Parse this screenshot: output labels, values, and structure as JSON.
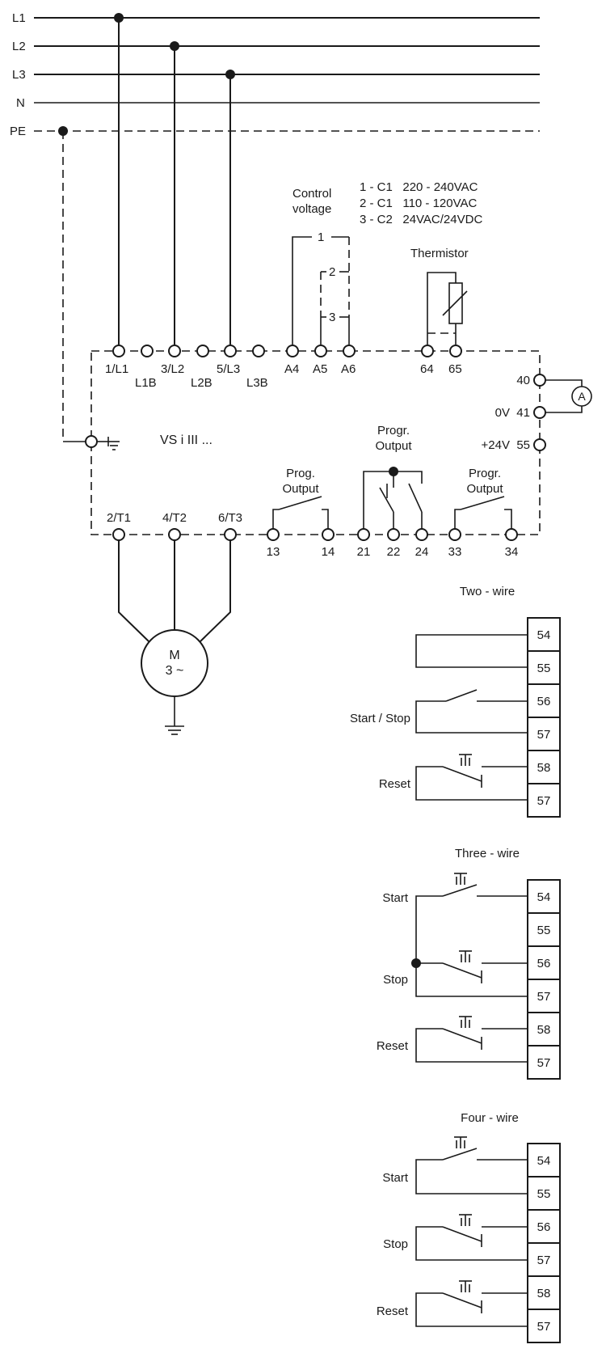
{
  "supply_lines": [
    "L1",
    "L2",
    "L3",
    "N",
    "PE"
  ],
  "control_voltage": {
    "title_line1": "Control",
    "title_line2": "voltage",
    "options": [
      "1 - C1   220 - 240VAC",
      "2 - C1   110 - 120VAC",
      "3 - C2   24VAC/24VDC"
    ],
    "links": [
      "1",
      "2",
      "3"
    ]
  },
  "thermistor_label": "Thermistor",
  "top_terminals": {
    "upper": [
      "1/L1",
      "3/L2",
      "5/L3",
      "A4",
      "A5",
      "A6",
      "64",
      "65"
    ],
    "lower": [
      "L1B",
      "L2B",
      "L3B"
    ]
  },
  "device_label": "VS i III ...",
  "analog_terminals": [
    {
      "label": "40"
    },
    {
      "label": "0V  41"
    },
    {
      "label": "+24V  55"
    }
  ],
  "ammeter_symbol": "A",
  "outputs": {
    "prog_output": {
      "line1": "Prog.",
      "line2": "Output",
      "terminals": [
        "13",
        "14"
      ]
    },
    "progr_output_changeover": {
      "line1": "Progr.",
      "line2": "Output",
      "terminals": [
        "21",
        "22",
        "24"
      ]
    },
    "progr_output_2": {
      "line1": "Progr.",
      "line2": "Output",
      "terminals": [
        "33",
        "34"
      ]
    }
  },
  "motor_terminals": [
    "2/T1",
    "4/T2",
    "6/T3"
  ],
  "motor": {
    "line1": "M",
    "line2": "3 ~"
  },
  "two_wire": {
    "title": "Two - wire",
    "terminals": [
      "54",
      "55",
      "56",
      "57",
      "58",
      "57"
    ],
    "labels": {
      "start_stop": "Start / Stop",
      "reset": "Reset"
    }
  },
  "three_wire": {
    "title": "Three - wire",
    "terminals": [
      "54",
      "55",
      "56",
      "57",
      "58",
      "57"
    ],
    "labels": {
      "start": "Start",
      "stop": "Stop",
      "reset": "Reset"
    }
  },
  "four_wire": {
    "title": "Four - wire",
    "terminals": [
      "54",
      "55",
      "56",
      "57",
      "58",
      "57"
    ],
    "labels": {
      "start": "Start",
      "stop": "Stop",
      "reset": "Reset"
    }
  }
}
